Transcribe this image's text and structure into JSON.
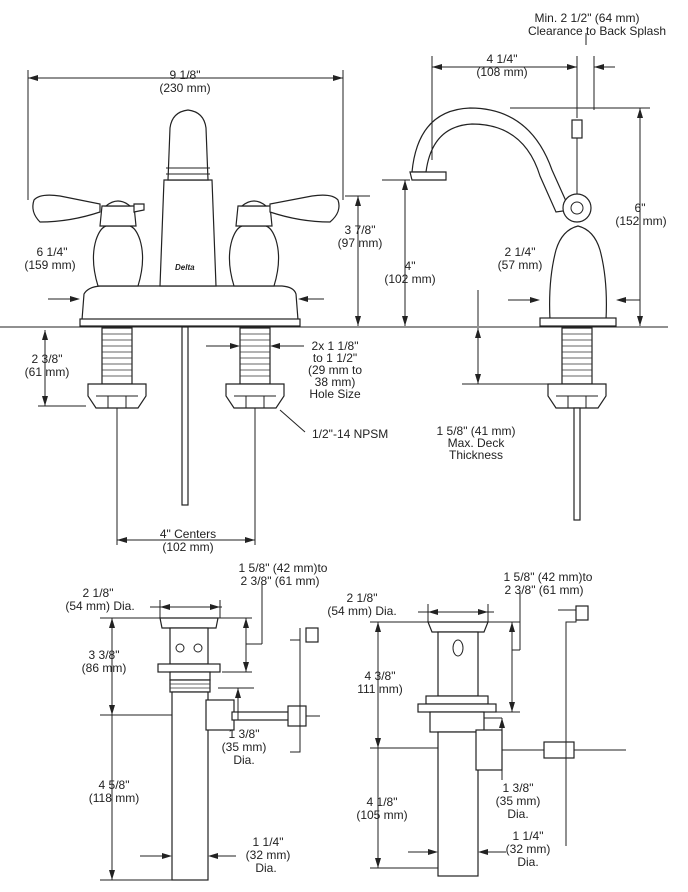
{
  "labels": {
    "width_in": "9 1/8\"",
    "width_mm": "(230 mm)",
    "spread_in": "6 1/4\"",
    "spread_mm": "(159 mm)",
    "handle_h_in": "3 7/8\"",
    "handle_h_mm": "(97 mm)",
    "shank_in": "2 3/8\"",
    "shank_mm": "(61 mm)",
    "hole_1": "2x 1 1/8\"",
    "hole_2": "to 1 1/2\"",
    "hole_3": "(29 mm to",
    "hole_4": "38 mm)",
    "hole_5": "Hole Size",
    "npsm": "1/2\"-14 NPSM",
    "centers_in": "4\" Centers",
    "centers_mm": "(102 mm)",
    "clear_1": "Min. 2 1/2\" (64 mm)",
    "clear_2": "Clearance to Back Splash",
    "reach_in": "4 1/4\"",
    "reach_mm": "(108 mm)",
    "height_in": "6\"",
    "height_mm": "(152 mm)",
    "spout_in": "4\"",
    "spout_mm": "(102 mm)",
    "base_in": "2 1/4\"",
    "base_mm": "(57 mm)",
    "deck_1": "1 5/8\" (41 mm)",
    "deck_2": "Max. Deck",
    "deck_3": "Thickness",
    "brand": "Delta",
    "dl_dia_in": "2 1/8\"",
    "dl_dia_mm": "(54 mm) Dia.",
    "dl_range_1": "1 5/8\" (42 mm)to",
    "dl_range_2": "2 3/8\" (61 mm)",
    "dl_h1_in": "3 3/8\"",
    "dl_h1_mm": "(86 mm)",
    "dl_h2_in": "4 5/8\"",
    "dl_h2_mm": "(118 mm)",
    "dl_side_1": "1 3/8\"",
    "dl_side_2": "(35 mm)",
    "dl_side_3": "Dia.",
    "dl_tail_1": "1 1/4\"",
    "dl_tail_2": "(32 mm)",
    "dl_tail_3": "Dia.",
    "dr_dia_in": "2 1/8\"",
    "dr_dia_mm": "(54 mm) Dia.",
    "dr_range_1": "1 5/8\" (42 mm)to",
    "dr_range_2": "2 3/8\" (61 mm)",
    "dr_h1_in": "4 3/8\"",
    "dr_h1_mm": "111 mm)",
    "dr_h2_in": "4 1/8\"",
    "dr_h2_mm": "(105 mm)",
    "dr_side_1": "1 3/8\"",
    "dr_side_2": "(35 mm)",
    "dr_side_3": "Dia.",
    "dr_tail_1": "1 1/4\"",
    "dr_tail_2": "(32 mm)",
    "dr_tail_3": "Dia."
  }
}
